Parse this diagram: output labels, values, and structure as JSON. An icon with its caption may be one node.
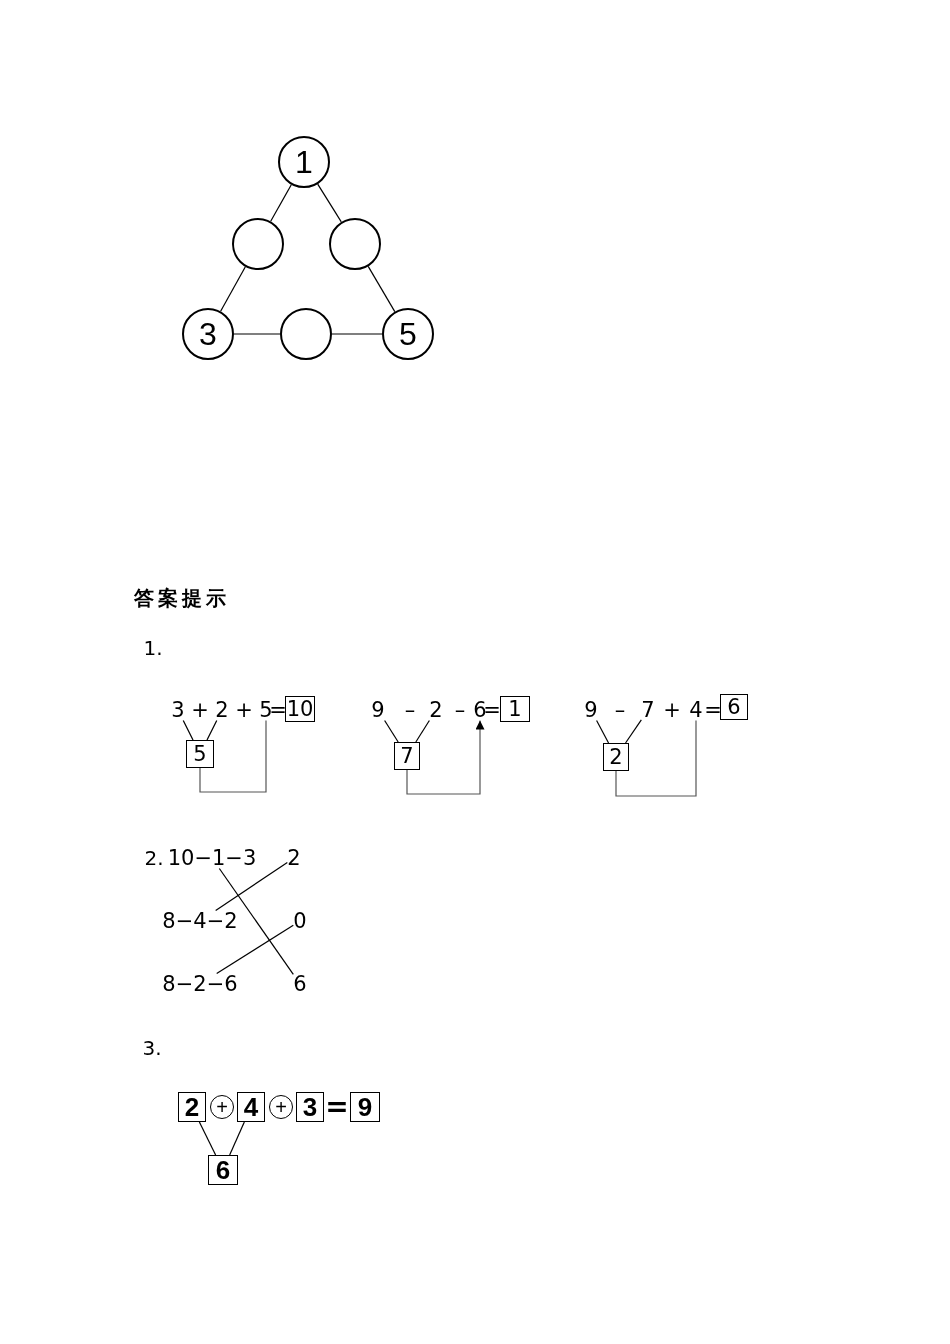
{
  "diagram": {
    "nodes": [
      {
        "text": [
          "1"
        ]
      },
      {
        "text": [],
        "shape": "circle"
      },
      {
        "text": [],
        "shape": "circle"
      },
      {
        "text": [
          "3"
        ]
      },
      {
        "text": [],
        "shape": "circle"
      },
      {
        "text": [
          "5"
        ]
      },
      {
        "text": [
          "3"
        ]
      },
      {
        "text": [
          "2"
        ]
      },
      {
        "text": [
          "5"
        ]
      },
      {
        "text": [
          "10"
        ]
      },
      {
        "text": [
          "5"
        ]
      },
      {
        "text": [
          "9"
        ]
      },
      {
        "text": [
          "2"
        ]
      },
      {
        "text": [
          "6"
        ]
      },
      {
        "text": [
          "1"
        ]
      },
      {
        "text": [
          "7"
        ]
      },
      {
        "text": [
          "9"
        ]
      },
      {
        "text": [
          "7"
        ]
      },
      {
        "text": [
          "4"
        ]
      },
      {
        "text": [
          "6"
        ]
      },
      {
        "text": [
          "2"
        ]
      },
      {
        "text": [
          "10−1−3"
        ]
      },
      {
        "text": [
          "2"
        ]
      },
      {
        "text": [
          "8−4−2"
        ]
      },
      {
        "text": [
          "0"
        ]
      },
      {
        "text": [
          "8−2−6"
        ]
      },
      {
        "text": [
          "6"
        ]
      },
      {
        "text": [
          "2"
        ]
      },
      {
        "text": [
          "+"
        ]
      },
      {
        "text": [
          "4"
        ]
      },
      {
        "text": [
          "+"
        ]
      },
      {
        "text": [
          "3"
        ]
      },
      {
        "text": [
          "9"
        ]
      },
      {
        "text": [
          "6"
        ]
      }
    ],
    "edges": [
      {
        "from": 0,
        "to": 1,
        "arrow": "none"
      },
      {
        "from": 0,
        "to": 2,
        "arrow": "none"
      },
      {
        "from": 1,
        "to": 3,
        "arrow": "none"
      },
      {
        "from": 2,
        "to": 5,
        "arrow": "none"
      },
      {
        "from": 3,
        "to": 4,
        "arrow": "none"
      },
      {
        "from": 4,
        "to": 5,
        "arrow": "none"
      },
      {
        "from": 6,
        "to": 10,
        "arrow": "none"
      },
      {
        "from": 7,
        "to": 10,
        "arrow": "none"
      },
      {
        "from": 10,
        "to": 8,
        "arrow": "none"
      },
      {
        "from": 11,
        "to": 15,
        "arrow": "none"
      },
      {
        "from": 12,
        "to": 15,
        "arrow": "none"
      },
      {
        "from": 15,
        "to": 13,
        "arrow": "to"
      },
      {
        "from": 16,
        "to": 20,
        "arrow": "none"
      },
      {
        "from": 17,
        "to": 20,
        "arrow": "none"
      },
      {
        "from": 20,
        "to": 18,
        "arrow": "none"
      },
      {
        "from": 21,
        "to": 26,
        "arrow": "none"
      },
      {
        "from": 23,
        "to": 22,
        "arrow": "none"
      },
      {
        "from": 25,
        "to": 24,
        "arrow": "none"
      },
      {
        "from": 27,
        "to": 33,
        "arrow": "none"
      },
      {
        "from": 29,
        "to": 33,
        "arrow": "none"
      }
    ],
    "labels": [
      "答案提示",
      "1.",
      "+",
      "+",
      "=",
      "–",
      "–",
      "=",
      "–",
      "+",
      "=",
      "2.",
      "3.",
      "="
    ]
  }
}
